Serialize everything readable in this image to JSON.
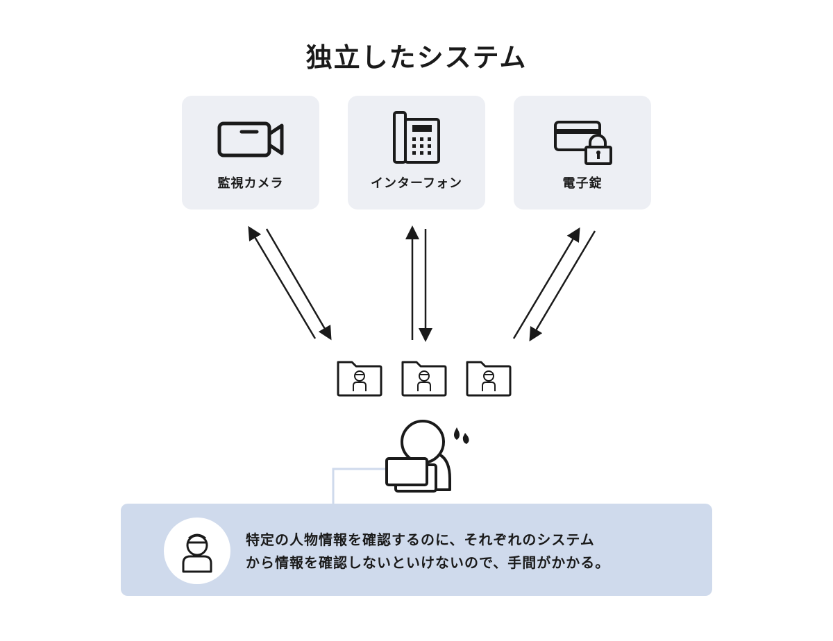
{
  "title": "独立したシステム",
  "systems": [
    {
      "label": "監視カメラ",
      "icon": "video-camera-icon"
    },
    {
      "label": "インターフォン",
      "icon": "intercom-phone-icon"
    },
    {
      "label": "電子錠",
      "icon": "card-lock-icon"
    }
  ],
  "data_folders": [
    {
      "icon": "person-folder-icon"
    },
    {
      "icon": "person-folder-icon"
    },
    {
      "icon": "person-folder-icon"
    }
  ],
  "worker": {
    "icon": "worried-person-with-laptop-icon"
  },
  "note": {
    "icon": "person-icon",
    "lines": [
      "特定の人物情報を確認するのに、それぞれのシステム",
      "から情報を確認しないといけないので、手間がかかる。"
    ]
  },
  "colors": {
    "card_bg": "#edeff4",
    "note_bg": "#cfdaec",
    "connector": "#cfdaec",
    "ink": "#1a1a1a"
  }
}
